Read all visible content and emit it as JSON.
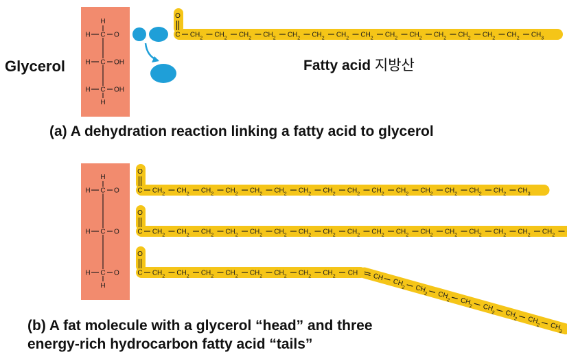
{
  "labels": {
    "glycerol": "Glycerol",
    "fatty_acid": "Fatty acid",
    "fatty_acid_korean": "지방산",
    "caption_a": "(a) A dehydration reaction linking a fatty acid to glycerol",
    "caption_b_line1": "(b) A fat molecule with a glycerol “head” and three",
    "caption_b_line2": "energy-rich hydrocarbon fatty acid “tails”"
  },
  "chemistry": {
    "hydrogen": "H",
    "carbon": "C",
    "oxygen": "O",
    "hydroxyl": "OH",
    "methylene": "CH",
    "methyl": "CH",
    "alkene_ch": "CH",
    "subscript_2": "2",
    "subscript_3": "3"
  },
  "structure": {
    "panel_a_chain_ch2_units": 14,
    "panel_b_chain_1_ch2_units": 15,
    "panel_b_chain_2_ch2_units": 17,
    "panel_b_chain_3_ch2_units_before_double_bond": 8,
    "panel_b_chain_3_ch2_units_after_double_bond": 7
  },
  "colors": {
    "glycerol_box": "#f28b6e",
    "fatty_acid_highlight": "#f5c518",
    "water_blobs": "#1f9fd8",
    "bond_lines": "#1a1a1a"
  }
}
